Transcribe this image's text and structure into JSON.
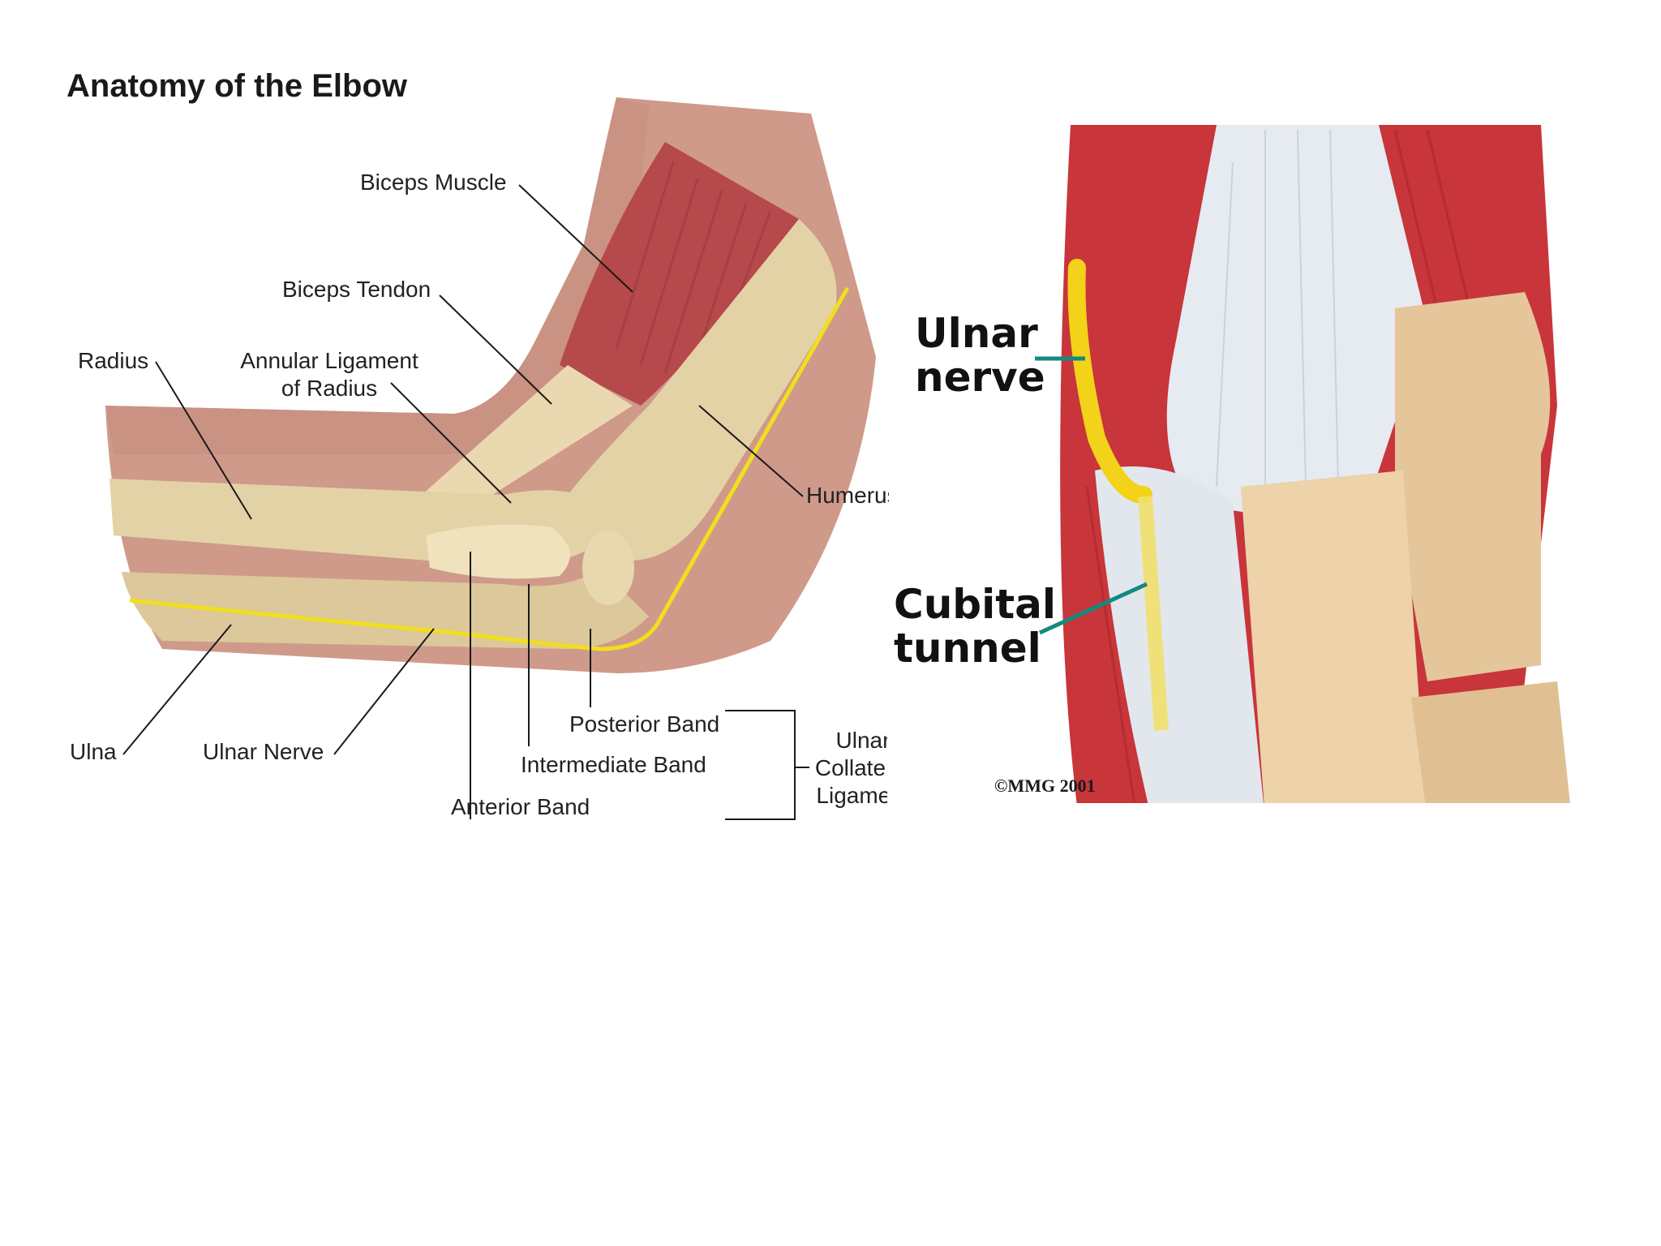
{
  "left_figure": {
    "title": "Anatomy of the Elbow",
    "labels": {
      "biceps_muscle": "Biceps Muscle",
      "biceps_tendon": "Biceps Tendon",
      "radius": "Radius",
      "annular_ligament_line1": "Annular Ligament",
      "annular_ligament_line2": "of Radius",
      "humerus": "Humerus",
      "ulna": "Ulna",
      "ulnar_nerve": "Ulnar Nerve",
      "posterior_band": "Posterior Band",
      "intermediate_band": "Intermediate Band",
      "anterior_band": "Anterior Band",
      "ucl_line1": "Ulnar",
      "ucl_line2": "Collateral",
      "ucl_line3": "Ligament"
    }
  },
  "right_figure": {
    "labels": {
      "ulnar_nerve_line1": "Ulnar",
      "ulnar_nerve_line2": "nerve",
      "cubital_tunnel_line1": "Cubital",
      "cubital_tunnel_line2": "tunnel"
    },
    "copyright": "©MMG 2001"
  },
  "colors": {
    "skin": "#cf9a8a",
    "muscle": "#b6494b",
    "bone": "#e3d2a6",
    "nerve": "#f1df1e",
    "ligament": "#e6ebf1",
    "leader_teal": "#138a80"
  }
}
